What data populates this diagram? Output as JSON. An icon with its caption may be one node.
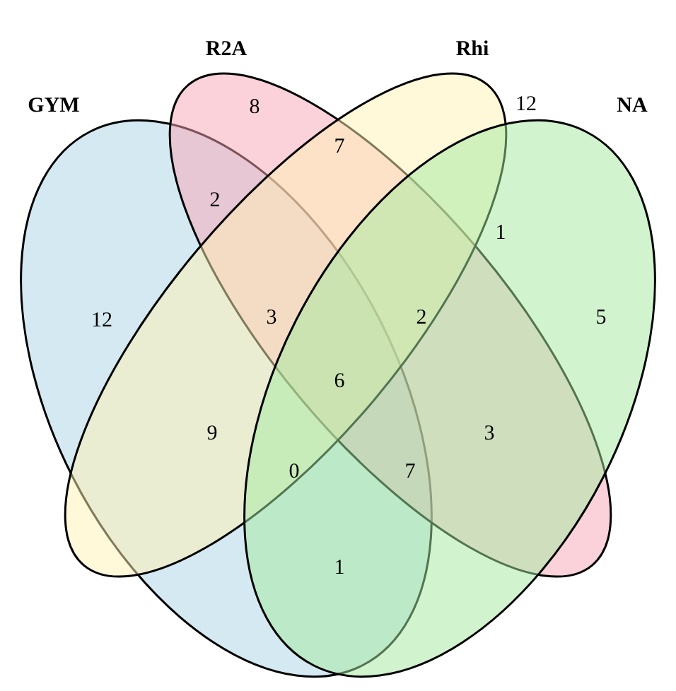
{
  "diagram": {
    "nodes": [
      {
        "text": [
          "GYM"
        ]
      },
      {
        "text": [
          "R2A"
        ]
      },
      {
        "text": [
          "Rhi"
        ]
      },
      {
        "text": [
          "NA"
        ]
      }
    ],
    "labels": [
      "8",
      "12",
      "7",
      "2",
      "1",
      "12",
      "3",
      "2",
      "5",
      "6",
      "9",
      "3",
      "0",
      "7",
      "1"
    ]
  }
}
